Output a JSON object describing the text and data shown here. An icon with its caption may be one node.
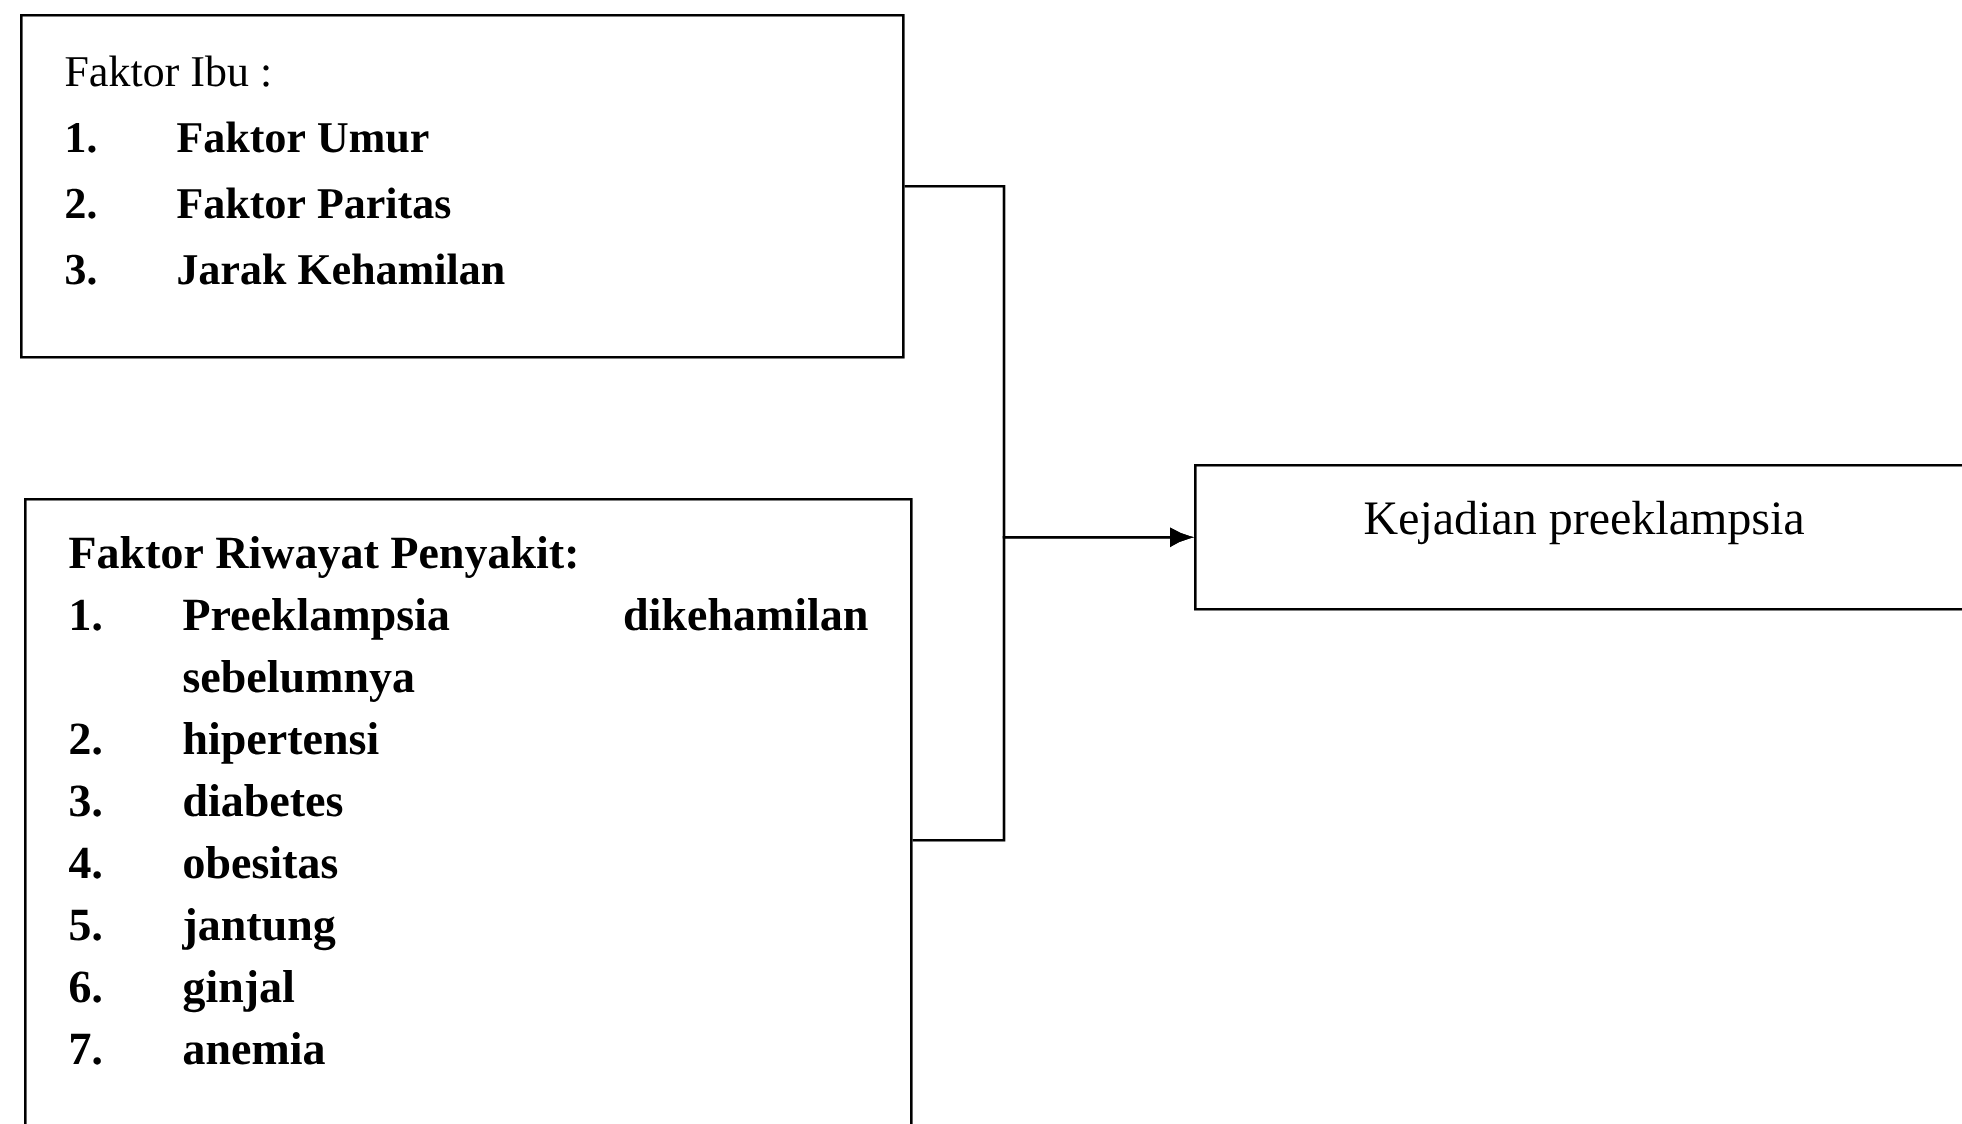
{
  "diagram": {
    "nodes": [
      {
        "text": [
          "Faktor Ibu :",
          "1.",
          "Faktor Umur",
          "2.",
          "Faktor Paritas",
          "3.",
          "Jarak Kehamilan"
        ]
      },
      {
        "text": [
          "Faktor Riwayat Penyakit:",
          "1.",
          "Preeklampsia dikehamilan sebelumnya",
          "2.",
          "hipertensi",
          "3.",
          "diabetes",
          "4.",
          "obesitas",
          "5.",
          "jantung",
          "6.",
          "ginjal",
          "7.",
          "anemia"
        ]
      },
      {
        "text": [
          "Kejadian preeklampsia"
        ]
      }
    ],
    "edges": [
      {
        "from": 0,
        "to": 2,
        "arrow": "to"
      },
      {
        "from": 1,
        "to": 2,
        "arrow": "to"
      }
    ]
  }
}
